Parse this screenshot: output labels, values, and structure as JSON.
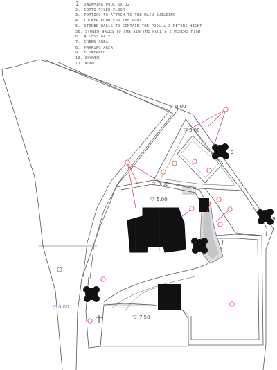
{
  "legend": [
    {
      "num": "1",
      "text": "SWIMMING POOL 6X 12"
    },
    {
      "num": "2.",
      "text": "COTTO TILED FLOOR"
    },
    {
      "num": "3.",
      "text": "PORTICO TO ATTACH TO THE MAIN BUILDING"
    },
    {
      "num": "4.",
      "text": "LOCKER ROOM FOR THE POOL"
    },
    {
      "num": "5.",
      "text": "STONED WALLS TO CONTAIN THE POOL ± 3 METERS HIGHT"
    },
    {
      "num": "5b.",
      "text": "STONED WALLS TO CONTAIN THE POOL ± 2 METERS HIGHT"
    },
    {
      "num": "6.",
      "text": "ACCESS GATE"
    },
    {
      "num": "7.",
      "text": "GREEN AREA"
    },
    {
      "num": "8.",
      "text": "PARKING AREA"
    },
    {
      "num": "9.",
      "text": "FLOWERBED"
    },
    {
      "num": "10.",
      "text": "SHOWER"
    },
    {
      "num": "11.",
      "text": "WOOD"
    }
  ],
  "levels": {
    "l1": "0.00",
    "l2": "3.00",
    "l3": "3.00",
    "l4": "5.00",
    "l5": "7.50",
    "l6": "0.00"
  },
  "tree_tags": {
    "t1": "9",
    "t2": "9"
  },
  "colors": {
    "annotation": "#cc3333",
    "linework": "#555555",
    "building": "#111111"
  }
}
